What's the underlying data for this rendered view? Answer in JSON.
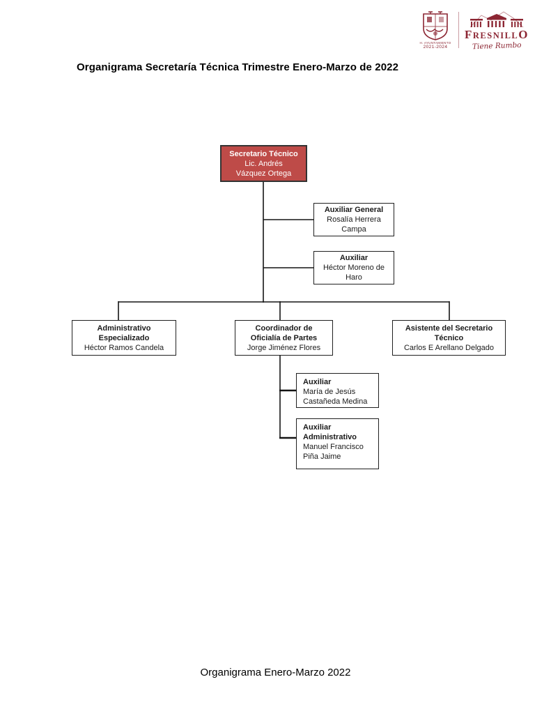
{
  "document": {
    "title": "Organigrama Secretaría Técnica Trimestre Enero-Marzo de 2022",
    "footer": "Organigrama Enero-Marzo 2022"
  },
  "logo": {
    "seal_caption": "H. AYUNTAMIENTO",
    "seal_years": "2021-2024",
    "wordmark_first": "F",
    "wordmark_middle": "RESNILL",
    "wordmark_last": "O",
    "slogan": "Tiene Rumbo",
    "brand_color": "#8C2633"
  },
  "org_chart": {
    "root": {
      "title": "Secretario Técnico",
      "name": "Lic. Andrés\nVázquez Ortega"
    },
    "auxiliar_general": {
      "title": "Auxiliar General",
      "name": "Rosalía Herrera\nCampa"
    },
    "auxiliar": {
      "title": "Auxiliar",
      "name": "Héctor Moreno de\nHaro"
    },
    "administrativo_especializado": {
      "title": "Administrativo\nEspecializado",
      "name": "Héctor Ramos Candela"
    },
    "coordinador_oficialia_partes": {
      "title": "Coordinador de\nOficialía de Partes",
      "name": "Jorge Jiménez Flores"
    },
    "asistente_secretario_tecnico": {
      "title": "Asistente del Secretario\nTécnico",
      "name": "Carlos E Arellano Delgado"
    },
    "auxiliar_maria": {
      "title": "Auxiliar",
      "name": "María de Jesús\nCastañeda Medina"
    },
    "auxiliar_administrativo": {
      "title": "Auxiliar\nAdministrativo",
      "name": "Manuel Francisco\nPiña Jaime"
    }
  },
  "colors": {
    "root_node_fill": "#BE4B48",
    "root_node_text": "#FFFFFF",
    "connector_line": "#141414",
    "brand": "#8C2633"
  }
}
